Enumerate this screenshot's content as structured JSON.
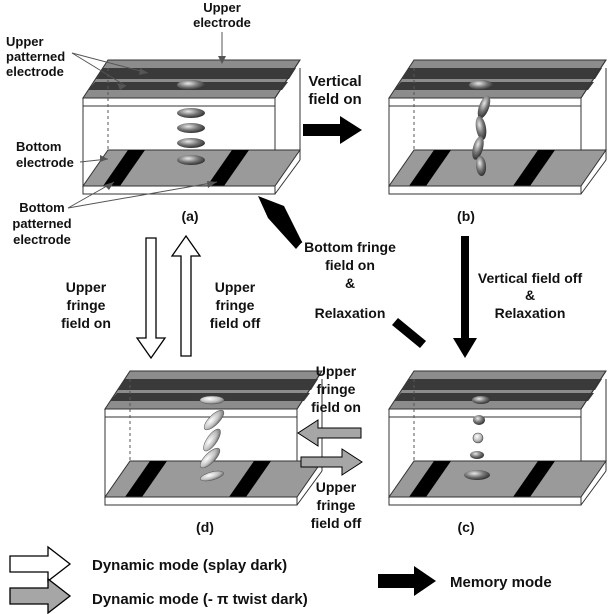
{
  "labels": {
    "upper_electrode": [
      "Upper",
      "electrode"
    ],
    "upper_patterned_electrode": [
      "Upper",
      "patterned",
      "electrode"
    ],
    "bottom_electrode": [
      "Bottom",
      "electrode"
    ],
    "bottom_patterned_electrode": [
      "Bottom",
      "patterned",
      "electrode"
    ]
  },
  "panels": {
    "a": "(a)",
    "b": "(b)",
    "c": "(c)",
    "d": "(d)"
  },
  "transitions": {
    "vertical_on": [
      "Vertical",
      "field on"
    ],
    "vertical_off": [
      "Vertical field off",
      "&",
      "Relaxation"
    ],
    "bottom_fringe": [
      "Bottom fringe",
      "field on",
      "&",
      "Relaxation"
    ],
    "upper_fringe_on_left": [
      "Upper",
      "fringe",
      "field on"
    ],
    "upper_fringe_off_left": [
      "Upper",
      "fringe",
      "field off"
    ],
    "upper_fringe_on_mid": [
      "Upper",
      "fringe",
      "field on"
    ],
    "upper_fringe_off_mid": [
      "Upper",
      "fringe",
      "field off"
    ]
  },
  "legend": {
    "white": "Dynamic mode (splay dark)",
    "gray": "Dynamic mode (- π twist dark)",
    "black": "Memory mode"
  },
  "colors": {
    "electrode_top": "#8c8c8c",
    "electrode_stripe": "#3a3a3a",
    "floor": "#9a9a9a",
    "gray_arrow": "#a6a6a6",
    "black_arrow": "#000000"
  }
}
